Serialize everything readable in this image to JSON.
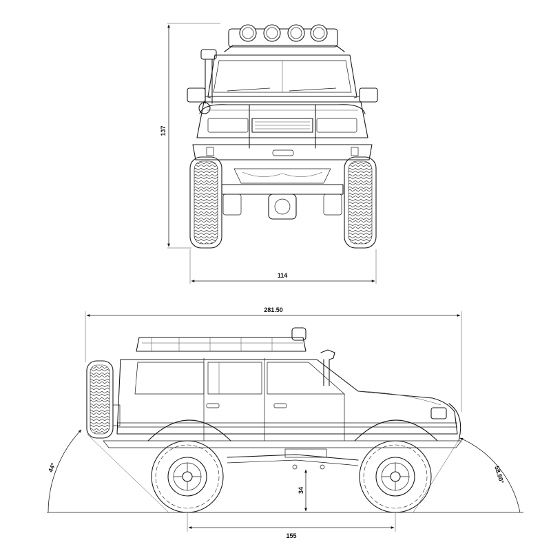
{
  "diagram": {
    "front_view": {
      "height_label": "137",
      "width_label": "114"
    },
    "side_view": {
      "length_label": "281.50",
      "wheelbase_label": "155",
      "ground_clearance_label": "34",
      "approach_angle_label": "44°",
      "departure_angle_label": "58.50°"
    },
    "colors": {
      "line": "#1a1a1a",
      "background": "#ffffff"
    }
  }
}
